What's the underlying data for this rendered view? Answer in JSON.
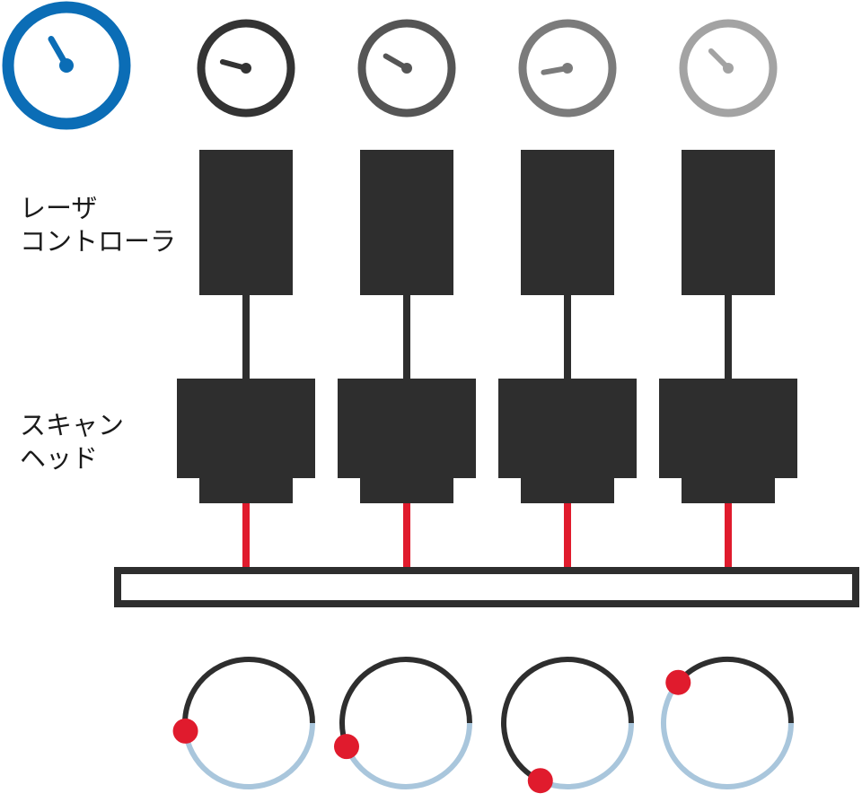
{
  "labels": {
    "laser_controller": [
      "レーザ",
      "コントローラ"
    ],
    "scan_head": [
      "スキャン",
      "ヘッド"
    ]
  },
  "colors": {
    "master_clock": "#0b6db6",
    "unit": "#2e2e2e",
    "laser_beam": "#e01b2d",
    "substrate_fill": "#ffffff",
    "substrate_stroke": "#2e2e2e",
    "progress_done": "#2e2e2e",
    "progress_remaining": "#a9c6dc",
    "progress_marker": "#e01b2d",
    "slave_clocks": [
      "#333333",
      "#555555",
      "#7b7b7b",
      "#a3a3a3"
    ]
  },
  "icons": {
    "master_clock": "clock-icon",
    "slave_clock": "clock-icon",
    "progress": "circular-progress-icon",
    "marker": "red-dot-marker"
  },
  "units": [
    {
      "clock_hand_deg": 285,
      "progress_fraction": 0.48
    },
    {
      "clock_hand_deg": 300,
      "progress_fraction": 0.44
    },
    {
      "clock_hand_deg": 260,
      "progress_fraction": 0.32
    },
    {
      "clock_hand_deg": 315,
      "progress_fraction": 0.61
    }
  ],
  "master_clock": {
    "clock_hand_deg": 330
  }
}
